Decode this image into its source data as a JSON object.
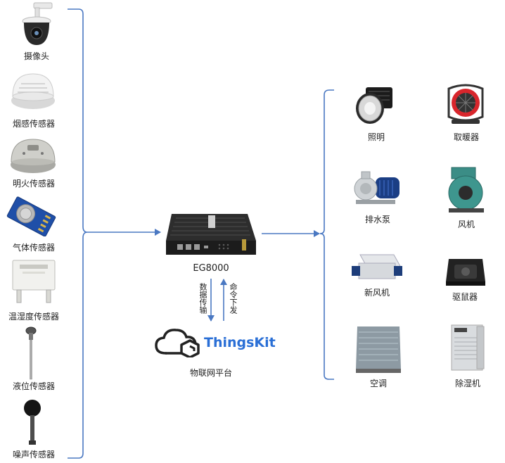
{
  "sensors": [
    {
      "label": "摄像头",
      "icon": "camera-icon"
    },
    {
      "label": "烟感传感器",
      "icon": "smoke-detector-icon"
    },
    {
      "label": "明火传感器",
      "icon": "flame-detector-icon"
    },
    {
      "label": "气体传感器",
      "icon": "gas-sensor-icon"
    },
    {
      "label": "温湿度传感器",
      "icon": "humidity-sensor-icon"
    },
    {
      "label": "液位传感器",
      "icon": "level-sensor-icon"
    },
    {
      "label": "噪声传感器",
      "icon": "noise-sensor-icon"
    }
  ],
  "gateway": {
    "label": "EG8000",
    "icon": "gateway-device-icon"
  },
  "arrows": {
    "up_label": "数据传输",
    "down_label": "命令下发"
  },
  "platform": {
    "brand": "ThingsKit",
    "caption": "物联网平台",
    "icon": "cloud-logo-icon"
  },
  "devices": [
    {
      "label": "照明",
      "icon": "floodlight-icon"
    },
    {
      "label": "取暖器",
      "icon": "heater-icon"
    },
    {
      "label": "排水泵",
      "icon": "water-pump-icon"
    },
    {
      "label": "风机",
      "icon": "blower-fan-icon"
    },
    {
      "label": "新风机",
      "icon": "fresh-air-unit-icon"
    },
    {
      "label": "驱鼠器",
      "icon": "rodent-repeller-icon"
    },
    {
      "label": "空调",
      "icon": "air-cooler-icon"
    },
    {
      "label": "除湿机",
      "icon": "dehumidifier-icon"
    }
  ],
  "colors": {
    "line": "#4a78c2",
    "brand": "#2a6fd6"
  }
}
